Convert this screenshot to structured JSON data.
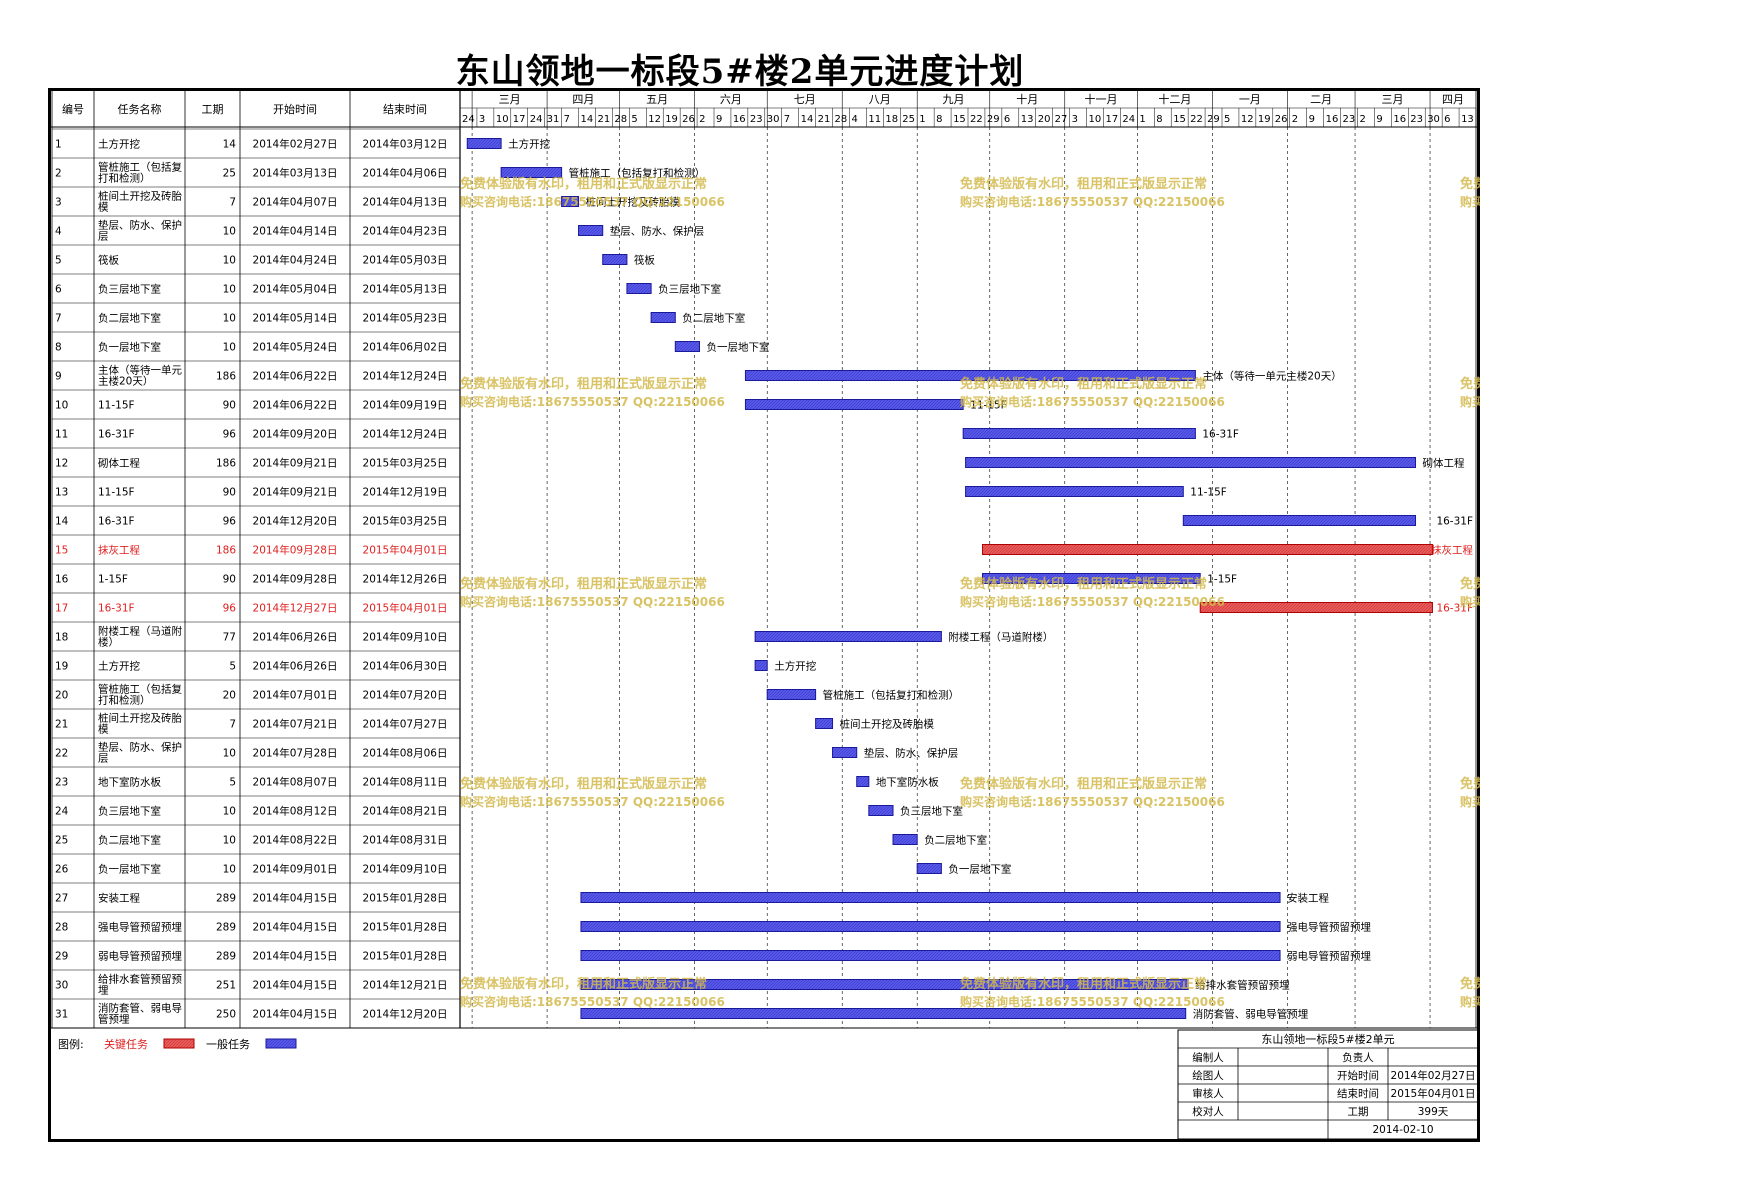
{
  "title": "东山领地一标段5#楼2单元进度计划",
  "headers": {
    "id": "编号",
    "name": "任务名称",
    "duration": "工期",
    "start": "开始时间",
    "end": "结束时间"
  },
  "timescale": {
    "start": "2014-02-24",
    "end": "2015-04-20",
    "months": [
      {
        "label": "三月",
        "start": "2014-03-01"
      },
      {
        "label": "四月",
        "start": "2014-04-01"
      },
      {
        "label": "五月",
        "start": "2014-05-01"
      },
      {
        "label": "六月",
        "start": "2014-06-01"
      },
      {
        "label": "七月",
        "start": "2014-07-01"
      },
      {
        "label": "八月",
        "start": "2014-08-01"
      },
      {
        "label": "九月",
        "start": "2014-09-01"
      },
      {
        "label": "十月",
        "start": "2014-10-01"
      },
      {
        "label": "十一月",
        "start": "2014-11-01"
      },
      {
        "label": "十二月",
        "start": "2014-12-01"
      },
      {
        "label": "一月",
        "start": "2015-01-01"
      },
      {
        "label": "二月",
        "start": "2015-02-01"
      },
      {
        "label": "三月",
        "start": "2015-03-01"
      },
      {
        "label": "四月",
        "start": "2015-04-01"
      }
    ]
  },
  "chart_data": {
    "type": "gantt",
    "x_axis": "date",
    "tasks": [
      {
        "id": "1",
        "name": "土方开挖",
        "label": "土方开挖",
        "duration": 14,
        "start": "2014年02月27日",
        "end": "2014年03月12日",
        "start_date": "2014-02-27",
        "end_date": "2014-03-12",
        "critical": false
      },
      {
        "id": "2",
        "name": "管桩施工（包括复打和检测）",
        "label": "管桩施工（包括复打和检测）",
        "duration": 25,
        "start": "2014年03月13日",
        "end": "2014年04月06日",
        "start_date": "2014-03-13",
        "end_date": "2014-04-06",
        "critical": false
      },
      {
        "id": "3",
        "name": "桩间土开挖及砖胎模",
        "label": "桩间土开挖及砖胎模",
        "duration": 7,
        "start": "2014年04月07日",
        "end": "2014年04月13日",
        "start_date": "2014-04-07",
        "end_date": "2014-04-13",
        "critical": false
      },
      {
        "id": "4",
        "name": "垫层、防水、保护层",
        "label": "垫层、防水、保护层",
        "duration": 10,
        "start": "2014年04月14日",
        "end": "2014年04月23日",
        "start_date": "2014-04-14",
        "end_date": "2014-04-23",
        "critical": false
      },
      {
        "id": "5",
        "name": "筏板",
        "label": "筏板",
        "duration": 10,
        "start": "2014年04月24日",
        "end": "2014年05月03日",
        "start_date": "2014-04-24",
        "end_date": "2014-05-03",
        "critical": false
      },
      {
        "id": "6",
        "name": "负三层地下室",
        "label": "负三层地下室",
        "duration": 10,
        "start": "2014年05月04日",
        "end": "2014年05月13日",
        "start_date": "2014-05-04",
        "end_date": "2014-05-13",
        "critical": false
      },
      {
        "id": "7",
        "name": "负二层地下室",
        "label": "负二层地下室",
        "duration": 10,
        "start": "2014年05月14日",
        "end": "2014年05月23日",
        "start_date": "2014-05-14",
        "end_date": "2014-05-23",
        "critical": false
      },
      {
        "id": "8",
        "name": "负一层地下室",
        "label": "负一层地下室",
        "duration": 10,
        "start": "2014年05月24日",
        "end": "2014年06月02日",
        "start_date": "2014-05-24",
        "end_date": "2014-06-02",
        "critical": false
      },
      {
        "id": "9",
        "name": "主体（等待一单元主楼20天）",
        "label": "主体（等待一单元主楼20天）",
        "duration": 186,
        "start": "2014年06月22日",
        "end": "2014年12月24日",
        "start_date": "2014-06-22",
        "end_date": "2014-12-24",
        "critical": false
      },
      {
        "id": "10",
        "name": "11-15F",
        "label": "11-15F",
        "duration": 90,
        "start": "2014年06月22日",
        "end": "2014年09月19日",
        "start_date": "2014-06-22",
        "end_date": "2014-09-19",
        "critical": false
      },
      {
        "id": "11",
        "name": "16-31F",
        "label": "16-31F",
        "duration": 96,
        "start": "2014年09月20日",
        "end": "2014年12月24日",
        "start_date": "2014-09-20",
        "end_date": "2014-12-24",
        "critical": false
      },
      {
        "id": "12",
        "name": "砌体工程",
        "label": "砌体工程",
        "duration": 186,
        "start": "2014年09月21日",
        "end": "2015年03月25日",
        "start_date": "2014-09-21",
        "end_date": "2015-03-25",
        "critical": false
      },
      {
        "id": "13",
        "name": "11-15F",
        "label": "11-15F",
        "duration": 90,
        "start": "2014年09月21日",
        "end": "2014年12月19日",
        "start_date": "2014-09-21",
        "end_date": "2014-12-19",
        "critical": false
      },
      {
        "id": "14",
        "name": "16-31F",
        "label": "16-31F",
        "duration": 96,
        "start": "2014年12月20日",
        "end": "2015年03月25日",
        "start_date": "2014-12-20",
        "end_date": "2015-03-25",
        "critical": false
      },
      {
        "id": "15",
        "name": "抹灰工程",
        "label": "抹灰工程",
        "duration": 186,
        "start": "2014年09月28日",
        "end": "2015年04月01日",
        "start_date": "2014-09-28",
        "end_date": "2015-04-01",
        "critical": true
      },
      {
        "id": "16",
        "name": "1-15F",
        "label": "1-15F",
        "duration": 90,
        "start": "2014年09月28日",
        "end": "2014年12月26日",
        "start_date": "2014-09-28",
        "end_date": "2014-12-26",
        "critical": false
      },
      {
        "id": "17",
        "name": "16-31F",
        "label": "16-31F",
        "duration": 96,
        "start": "2014年12月27日",
        "end": "2015年04月01日",
        "start_date": "2014-12-27",
        "end_date": "2015-04-01",
        "critical": true
      },
      {
        "id": "18",
        "name": "附楼工程（马道附楼）",
        "label": "附楼工程（马道附楼）",
        "duration": 77,
        "start": "2014年06月26日",
        "end": "2014年09月10日",
        "start_date": "2014-06-26",
        "end_date": "2014-09-10",
        "critical": false
      },
      {
        "id": "19",
        "name": "土方开挖",
        "label": "土方开挖",
        "duration": 5,
        "start": "2014年06月26日",
        "end": "2014年06月30日",
        "start_date": "2014-06-26",
        "end_date": "2014-06-30",
        "critical": false
      },
      {
        "id": "20",
        "name": "管桩施工（包括复打和检测）",
        "label": "管桩施工（包括复打和检测）",
        "duration": 20,
        "start": "2014年07月01日",
        "end": "2014年07月20日",
        "start_date": "2014-07-01",
        "end_date": "2014-07-20",
        "critical": false
      },
      {
        "id": "21",
        "name": "桩间土开挖及砖胎模",
        "label": "桩间土开挖及砖胎模",
        "duration": 7,
        "start": "2014年07月21日",
        "end": "2014年07月27日",
        "start_date": "2014-07-21",
        "end_date": "2014-07-27",
        "critical": false
      },
      {
        "id": "22",
        "name": "垫层、防水、保护层",
        "label": "垫层、防水、保护层",
        "duration": 10,
        "start": "2014年07月28日",
        "end": "2014年08月06日",
        "start_date": "2014-07-28",
        "end_date": "2014-08-06",
        "critical": false
      },
      {
        "id": "23",
        "name": "地下室防水板",
        "label": "地下室防水板",
        "duration": 5,
        "start": "2014年08月07日",
        "end": "2014年08月11日",
        "start_date": "2014-08-07",
        "end_date": "2014-08-11",
        "critical": false
      },
      {
        "id": "24",
        "name": "负三层地下室",
        "label": "负三层地下室",
        "duration": 10,
        "start": "2014年08月12日",
        "end": "2014年08月21日",
        "start_date": "2014-08-12",
        "end_date": "2014-08-21",
        "critical": false
      },
      {
        "id": "25",
        "name": "负二层地下室",
        "label": "负二层地下室",
        "duration": 10,
        "start": "2014年08月22日",
        "end": "2014年08月31日",
        "start_date": "2014-08-22",
        "end_date": "2014-08-31",
        "critical": false
      },
      {
        "id": "26",
        "name": "负一层地下室",
        "label": "负一层地下室",
        "duration": 10,
        "start": "2014年09月01日",
        "end": "2014年09月10日",
        "start_date": "2014-09-01",
        "end_date": "2014-09-10",
        "critical": false
      },
      {
        "id": "27",
        "name": "安装工程",
        "label": "安装工程",
        "duration": 289,
        "start": "2014年04月15日",
        "end": "2015年01月28日",
        "start_date": "2014-04-15",
        "end_date": "2015-01-28",
        "critical": false
      },
      {
        "id": "28",
        "name": "强电导管预留预埋",
        "label": "强电导管预留预埋",
        "duration": 289,
        "start": "2014年04月15日",
        "end": "2015年01月28日",
        "start_date": "2014-04-15",
        "end_date": "2015-01-28",
        "critical": false
      },
      {
        "id": "29",
        "name": "弱电导管预留预埋",
        "label": "弱电导管预留预埋",
        "duration": 289,
        "start": "2014年04月15日",
        "end": "2015年01月28日",
        "start_date": "2014-04-15",
        "end_date": "2015-01-28",
        "critical": false
      },
      {
        "id": "30",
        "name": "给排水套管预留预埋",
        "label": "给排水套管预留预埋",
        "duration": 251,
        "start": "2014年04月15日",
        "end": "2014年12月21日",
        "start_date": "2014-04-15",
        "end_date": "2014-12-21",
        "critical": false
      },
      {
        "id": "31",
        "name": "消防套管、弱电导管预埋",
        "label": "消防套管、弱电导管预埋",
        "duration": 250,
        "start": "2014年04月15日",
        "end": "2014年12月20日",
        "start_date": "2014-04-15",
        "end_date": "2014-12-20",
        "critical": false
      }
    ]
  },
  "legend": {
    "label": "图例:",
    "critical_label": "关键任务",
    "normal_label": "一般任务"
  },
  "info_box": {
    "title": "东山领地一标段5#楼2单元",
    "rows": [
      {
        "label": "编制人",
        "value": "",
        "label2": "负责人",
        "value2": ""
      },
      {
        "label": "绘图人",
        "value": "",
        "label2": "开始时间",
        "value2": "2014年02月27日"
      },
      {
        "label": "审核人",
        "value": "",
        "label2": "结束时间",
        "value2": "2015年04月01日"
      },
      {
        "label": "校对人",
        "value": "",
        "label2": "工期",
        "value2": "399天"
      }
    ],
    "date": "2014-02-10"
  },
  "watermark": {
    "line1": "免费体验版有水印，租用和正式版显示正常",
    "line2": "购买咨询电话:18675550537 QQ:22150066"
  },
  "colors": {
    "normal_bar": "#5757e8",
    "critical_bar": "#e85a5a",
    "critical_text": "#e02020",
    "watermark": "#d2b84a"
  }
}
